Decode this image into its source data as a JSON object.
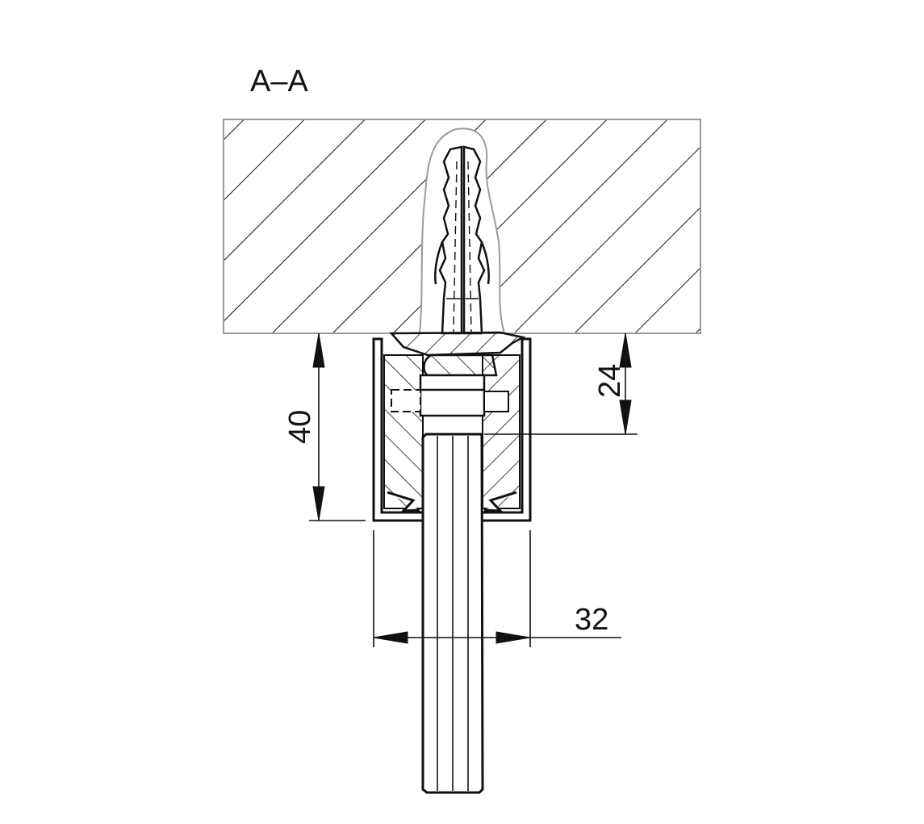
{
  "section_label": "A–A",
  "dimensions": {
    "overall_height": "40",
    "mount_depth": "24",
    "profile_width": "32"
  },
  "colors": {
    "line": "#111111",
    "wall_outline": "#9a9a9a",
    "background": "#ffffff"
  }
}
